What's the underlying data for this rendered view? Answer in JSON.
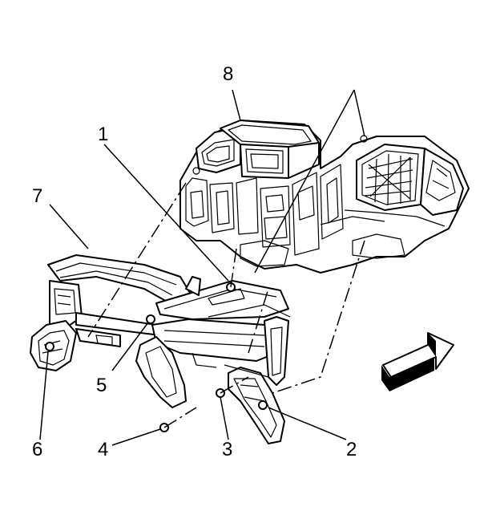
{
  "callouts": {
    "c1": "1",
    "c2": "2",
    "c3": "3",
    "c4": "4",
    "c5": "5",
    "c6": "6",
    "c7": "7",
    "c8": "8"
  },
  "arrow_icon": "forward-direction-arrow"
}
